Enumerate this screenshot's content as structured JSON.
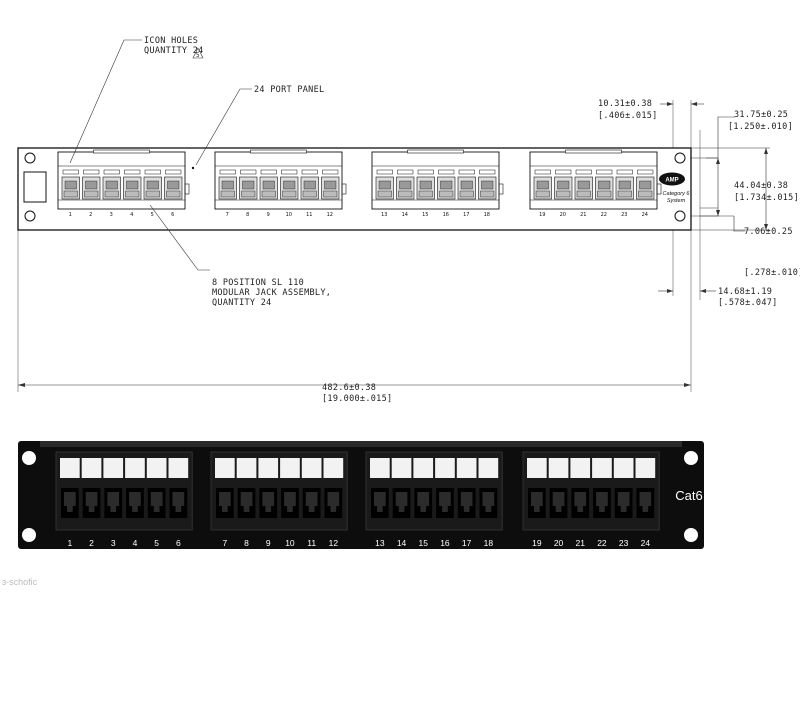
{
  "drawing": {
    "callouts": {
      "icon_holes_line1": "ICON HOLES",
      "icon_holes_line2": "QUANTITY 24",
      "note_marker": "5",
      "port_panel": "24 PORT PANEL",
      "jack_line1": "8 POSITION SL 110",
      "jack_line2": "MODULAR JACK ASSEMBLY,",
      "jack_line3": "QUANTITY 24"
    },
    "dimensions": {
      "d1_metric": "10.31±0.38",
      "d1_inch": "[.406±.015]",
      "d2_metric": "31.75±0.25",
      "d2_inch": "[1.250±.010]",
      "d3_metric": "44.04±0.38",
      "d3_inch": "[1.734±.015]",
      "d4_metric": "7.06±0.25",
      "d4_inch": "[.278±.010]",
      "d5_metric": "14.68±1.19",
      "d5_inch": "[.578±.047]",
      "width_metric": "482.6±0.38",
      "width_inch": "[19.000±.015]"
    },
    "logo": {
      "brand": "AMP",
      "line1": "Category 6",
      "line2": "System"
    },
    "port_numbers": [
      "1",
      "2",
      "3",
      "4",
      "5",
      "6",
      "7",
      "8",
      "9",
      "10",
      "11",
      "12",
      "13",
      "14",
      "15",
      "16",
      "17",
      "18",
      "19",
      "20",
      "21",
      "22",
      "23",
      "24"
    ]
  },
  "photo": {
    "label": "Cat6",
    "port_numbers": [
      "1",
      "2",
      "3",
      "4",
      "5",
      "6",
      "7",
      "8",
      "9",
      "10",
      "11",
      "12",
      "13",
      "14",
      "15",
      "16",
      "17",
      "18",
      "19",
      "20",
      "21",
      "22",
      "23",
      "24"
    ]
  },
  "watermark": "ɜ-schofic"
}
